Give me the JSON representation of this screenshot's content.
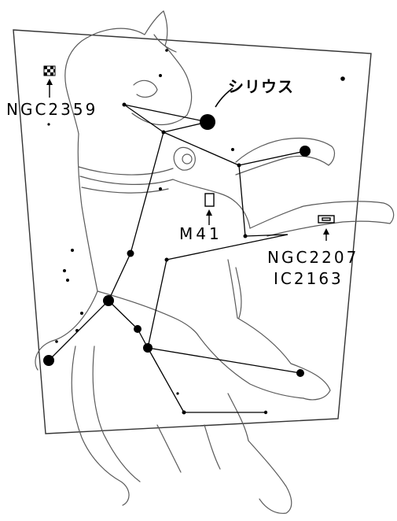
{
  "labels": {
    "sirius": "シリウス",
    "ngc2359": "NGC2359",
    "m41": "M41",
    "ngc2207": "NGC2207",
    "ic2163": "IC2163"
  },
  "colors": {
    "ink": "#000000",
    "background": "#ffffff",
    "dog_outline": "#5a5a5a"
  },
  "icons": {
    "ngc2359": "nebula-checker-icon",
    "m41": "cluster-box-icon",
    "ngc2207": "galaxy-pair-icon"
  }
}
